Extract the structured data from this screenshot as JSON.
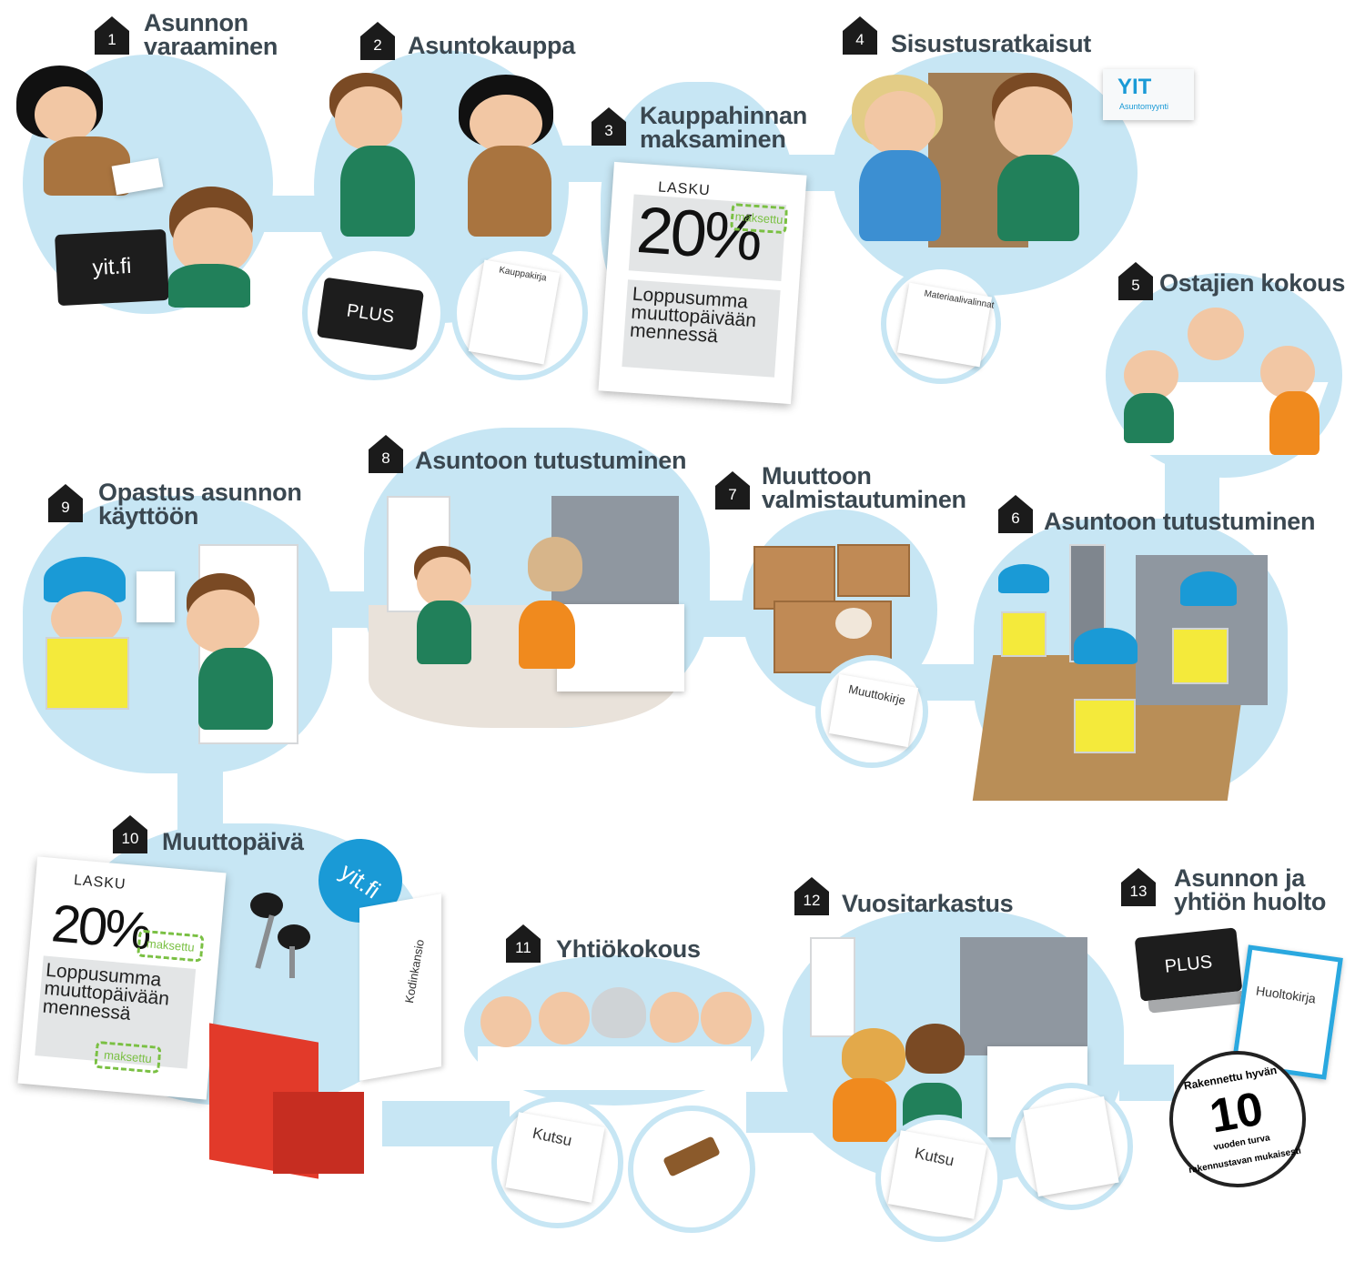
{
  "steps": [
    {
      "num": "1",
      "title": "Asunnon\nvaraaminen"
    },
    {
      "num": "2",
      "title": "Asuntokauppa"
    },
    {
      "num": "3",
      "title": "Kauppahinnan\nmaksaminen"
    },
    {
      "num": "4",
      "title": "Sisustusratkaisut"
    },
    {
      "num": "5",
      "title": "Ostajien kokous"
    },
    {
      "num": "6",
      "title": "Asuntoon tutustuminen"
    },
    {
      "num": "7",
      "title": "Muuttoon\nvalmistautuminen"
    },
    {
      "num": "8",
      "title": "Asuntoon tutustuminen"
    },
    {
      "num": "9",
      "title": "Opastus asunnon\nkäyttöön"
    },
    {
      "num": "10",
      "title": "Muuttopäivä"
    },
    {
      "num": "11",
      "title": "Yhtiökokous"
    },
    {
      "num": "12",
      "title": "Vuositarkastus"
    },
    {
      "num": "13",
      "title": "Asunnon ja\nyhtiön huolto"
    }
  ],
  "labels": {
    "laptop1": "yit.fi",
    "laptop2": "PLUS",
    "laptop13": "PLUS",
    "kauppakirja": "Kauppakirja",
    "yit_logo": "YIT",
    "asuntomyynti": "Asuntomyynti",
    "materiaalivalinnat": "Materiaalivalinnat",
    "muuttokirje": "Muuttokirje",
    "kodinkansio": "Kodinkansio",
    "tag": "yit.fi",
    "kutsu11": "Kutsu",
    "kutsu12": "Kutsu",
    "huoltokirja": "Huoltokirja",
    "seal_top": "Rakennettu hyvän",
    "seal_num": "10",
    "seal_mid": "vuoden turva",
    "seal_bottom": "rakennustavan mukaisesti"
  },
  "invoice3": {
    "lasku": "LASKU",
    "pct": "20%",
    "paid": "maksettu",
    "note": "Loppusumma\nmuuttopäivään\nmennessä"
  },
  "invoice10": {
    "lasku": "LASKU",
    "pct": "20%",
    "paid": "maksettu",
    "paid2": "maksettu",
    "note": "Loppusumma\nmuuttopäivään\nmennessä"
  },
  "colors": {
    "blob": "#c7e6f4",
    "badge": "#1b1b1b",
    "title": "#3a4750",
    "accent_green": "#7ac043",
    "yit_blue": "#1a9ad6"
  }
}
